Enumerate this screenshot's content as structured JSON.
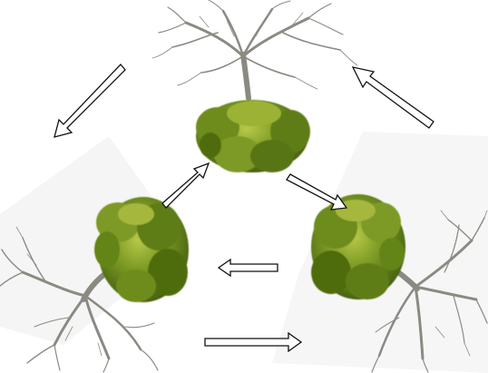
{
  "diagram": {
    "title": "",
    "colors": {
      "background": "#ffffff",
      "bark": "#8b8a82",
      "bark_dark": "#6e6c63",
      "canopy_dark": "#4c6a12",
      "canopy_mid": "#6f8f1e",
      "canopy_light": "#a5b83e",
      "arrow_stroke": "#111111",
      "arrow_fill": "#ffffff",
      "panel_shade": "#f3f3f3"
    },
    "nodes": [
      {
        "id": "top",
        "description_icon": "tree-upside-canopy-down-icon"
      },
      {
        "id": "left",
        "description_icon": "tree-rotated-left-icon"
      },
      {
        "id": "right",
        "description_icon": "tree-rotated-right-icon"
      }
    ],
    "arrows": [
      {
        "id": "arrow-top-to-left",
        "direction": "down-left"
      },
      {
        "id": "arrow-right-to-top",
        "direction": "up-left"
      },
      {
        "id": "arrow-left-to-top",
        "direction": "up-right"
      },
      {
        "id": "arrow-top-to-right",
        "direction": "down-right"
      },
      {
        "id": "arrow-right-to-left",
        "direction": "left"
      },
      {
        "id": "arrow-left-to-right",
        "direction": "right"
      }
    ]
  }
}
